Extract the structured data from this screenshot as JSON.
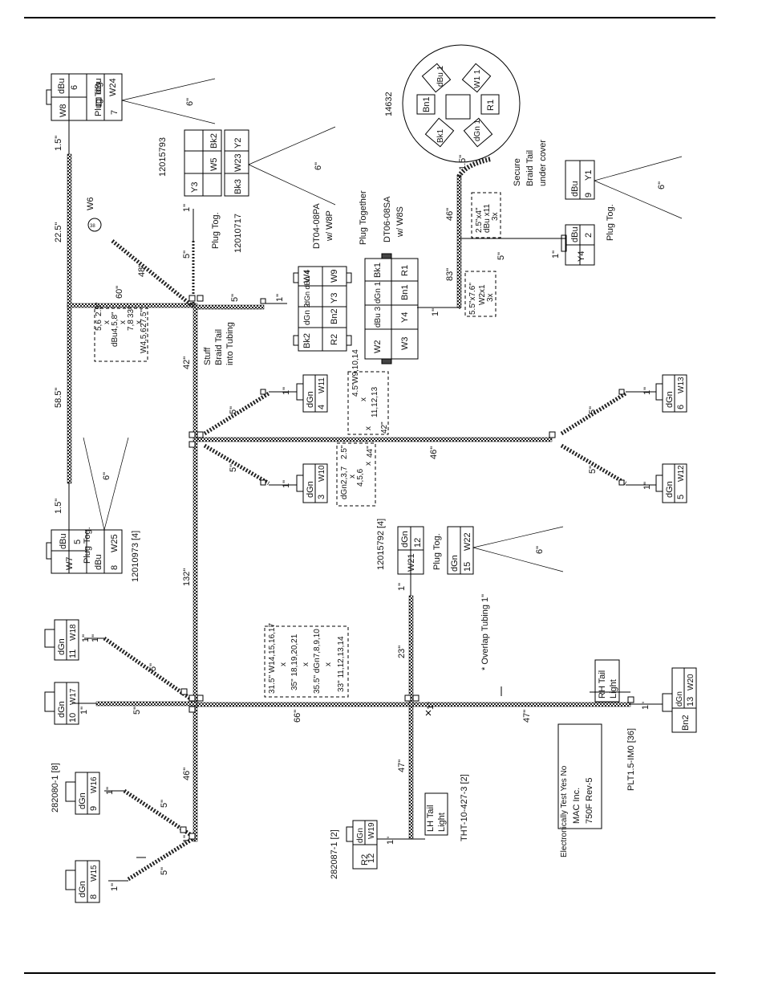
{
  "connectors": {
    "top_left": {
      "part": "",
      "cells": [
        "dBu",
        "6",
        "W8",
        "dBu",
        "7",
        "W24"
      ],
      "note": "Plug Tog.",
      "length": "6\""
    },
    "c1201_5793": {
      "part": "12015793",
      "cells": [
        "Bk2",
        "W5",
        "Y3",
        "Y2",
        "W23",
        "Bk3"
      ],
      "note": "Plug Tog.",
      "part2": "12010717",
      "length": "6\""
    },
    "round_14632": {
      "part": "14632",
      "pins": [
        "dBu 1",
        "W1 1",
        "Bn1",
        "R1",
        "Bk1",
        "dGn 1"
      ]
    },
    "secure": {
      "text1": "Secure",
      "text2": "Braid Tail",
      "text3": "under cover"
    },
    "y4": {
      "cells": [
        "dBu",
        "2",
        "Y4",
        "dBu",
        "9",
        "Y1"
      ],
      "note": "Plug Tog.",
      "length": "6\""
    },
    "dt04": {
      "line1": "DT04-08PA",
      "line2": "w/ W8P",
      "cells": [
        "W4",
        "dGn dBu 4",
        "dGn 2",
        "Bk2",
        "W9",
        "Y3",
        "Bn2",
        "R2"
      ]
    },
    "dt06": {
      "line1": "Plug Together",
      "line2": "DT06-08SA",
      "line3": "w/ W8S",
      "cells": [
        "Bk1",
        "dGn 1",
        "dBu 3",
        "W2",
        "R1",
        "Bn1",
        "Y4",
        "W3"
      ]
    },
    "w11": {
      "cells": [
        "dGn",
        "W11",
        "4"
      ]
    },
    "w10": {
      "cells": [
        "dGn",
        "W10",
        "3"
      ]
    },
    "w13": {
      "cells": [
        "dGn",
        "W13",
        "6"
      ]
    },
    "w12": {
      "cells": [
        "dGn",
        "W12",
        "5"
      ]
    },
    "w7": {
      "cells": [
        "dBu",
        "5",
        "W7",
        "dBu",
        "8",
        "W25"
      ],
      "note": "Plug Tog.",
      "part": "12010973 [4]",
      "length": "6\""
    },
    "w21": {
      "cells": [
        "dGn",
        "12",
        "W21",
        "dGn",
        "15",
        "W22"
      ],
      "note": "Plug Tog.",
      "part": "12015792 [4]",
      "length": "6\""
    },
    "w18": {
      "cells": [
        "dGn",
        "W18",
        "11"
      ]
    },
    "w17": {
      "cells": [
        "dGn",
        "W17",
        "10"
      ]
    },
    "w16": {
      "cells": [
        "dGn",
        "W16",
        "9"
      ],
      "part": "282080-1 [8]"
    },
    "w15": {
      "cells": [
        "dGn",
        "W15",
        "8"
      ]
    },
    "w19": {
      "cells": [
        "R2",
        "dGn",
        "W19",
        "12"
      ],
      "part": "282087-1 [2]"
    },
    "w20": {
      "cells": [
        "Bn2",
        "dGn",
        "W20",
        "13"
      ]
    },
    "lh_tail": {
      "line1": "LH Tail",
      "line2": "Light",
      "part": "THT-10-427-3 [2]"
    },
    "rh_tail": {
      "line1": "RH Tail",
      "line2": "Light",
      "part": "PLT1.5-IM0 [36]"
    }
  },
  "notes": {
    "stuff": [
      "Stuff",
      "Braid Tail",
      "into Tubing"
    ],
    "overlap": "* Overlap Tubing 1\"",
    "w6": "W6",
    "w6_circle": "38",
    "test_box": [
      "Electronically Test Yes No",
      "MAC Inc.",
      "750F Rev-5"
    ]
  },
  "boxes": {
    "b1": [
      "5,6",
      "2.5\"",
      "x",
      "dBu4,5,8\"",
      "x",
      "7,8",
      "33\"",
      "x",
      "W4,5,6",
      "27.5\""
    ],
    "b2": [
      "2.5\"x4\"",
      "dBu x11",
      "3x"
    ],
    "b3": [
      "5.5\"x7.6\"",
      "W2x1",
      "3x"
    ],
    "b4": [
      "4.5\"",
      "W9,10,14",
      "x",
      "11,12,13",
      "x",
      "42\""
    ],
    "b5": [
      "dGn2,3,7",
      "2.5\"",
      "x",
      "4,5,6",
      "x",
      "44\""
    ],
    "b6": [
      "31.5\" W14,15,16,17",
      "x",
      "35\" 18,19,20,21",
      "x",
      "35.5\" dGn7,8,9,10",
      "x",
      "33\" 11,12,13,14"
    ]
  },
  "dims": {
    "d1": "1.5\"",
    "d2": "22.5\"",
    "d3": "58.5\"",
    "d4": "1.5\"",
    "d5": "60\"",
    "d6": "48\"",
    "d7": "5\"",
    "d8": "1\"",
    "d9": "42\"",
    "d10": "1\"",
    "d11": "5\"",
    "d12": "1\"",
    "d13": "83\"",
    "d14": "46\"",
    "d15": "1.5\"",
    "d16": "5\"",
    "d17": "1\"",
    "d18": "1\"",
    "d19": "5\"",
    "d20": "1\"",
    "d21": "5\"",
    "d22": "1\"",
    "d23": "46\"",
    "d24": "5\"",
    "d25": "1\"",
    "d26": "5\"",
    "d27": "1\"",
    "d28": "132\"",
    "d29": "1\"",
    "d30": "5\"",
    "d31": "1\"",
    "d32": "5\"",
    "d33": "66\"",
    "d34": "23\"",
    "d35": "1\"",
    "d36": "47\"",
    "d37": "1\"",
    "d38": "47\"",
    "d39": "1\"",
    "d40": "46\"",
    "d41": "1\"",
    "d42": "5\"",
    "d43": "1\"",
    "d44": "5\"",
    "d45": "1\"",
    "d46": "1\""
  }
}
